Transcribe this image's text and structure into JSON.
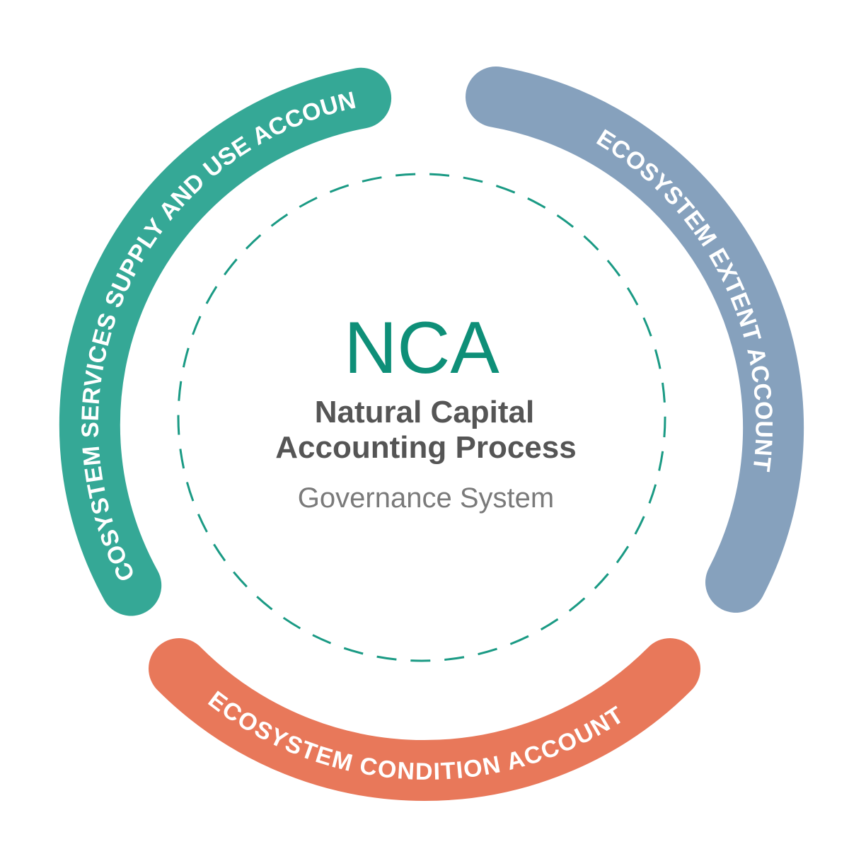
{
  "center": {
    "abbreviation": "NCA",
    "title_line1": "Natural Capital",
    "title_line2": "Accounting Process",
    "subtitle": "Governance System"
  },
  "arcs": {
    "supply_use": {
      "label": "ECOSYSTEM SERVICES SUPPLY AND USE ACCOUNT",
      "color": "#35a896"
    },
    "extent": {
      "label": "ECOSYSTEM  EXTENT  ACCOUNT",
      "color": "#86a1bd"
    },
    "condition": {
      "label": "ECOSYSTEM  CONDITION  ACCOUNT",
      "color": "#e8785a"
    }
  },
  "colors": {
    "dashed_circle": "#1a9a84",
    "center_abbr": "#0e8f78",
    "center_title": "#555555",
    "center_sub": "#7a7a7a"
  }
}
